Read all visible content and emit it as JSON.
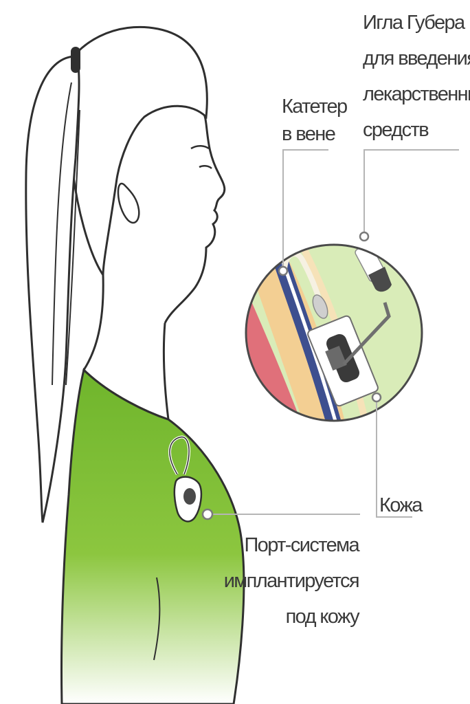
{
  "labels": {
    "huber_needle": [
      "Игла Губера",
      "для введения",
      "лекарственных",
      "средств"
    ],
    "catheter": [
      "Катетер",
      "в вене"
    ],
    "skin": "Кожа",
    "port": [
      "Порт-система",
      "имплантируется",
      "под кожу"
    ]
  },
  "colors": {
    "shirt": "#8cc63f",
    "skin_fill": "#ffffff",
    "outline": "#2f2f2f",
    "zoom_background": "#d9ecb8",
    "tissue": "#f3cf93",
    "muscle": "#e0707a",
    "vein": "#3d4f8f",
    "leader_line": "#b5b5b5"
  }
}
